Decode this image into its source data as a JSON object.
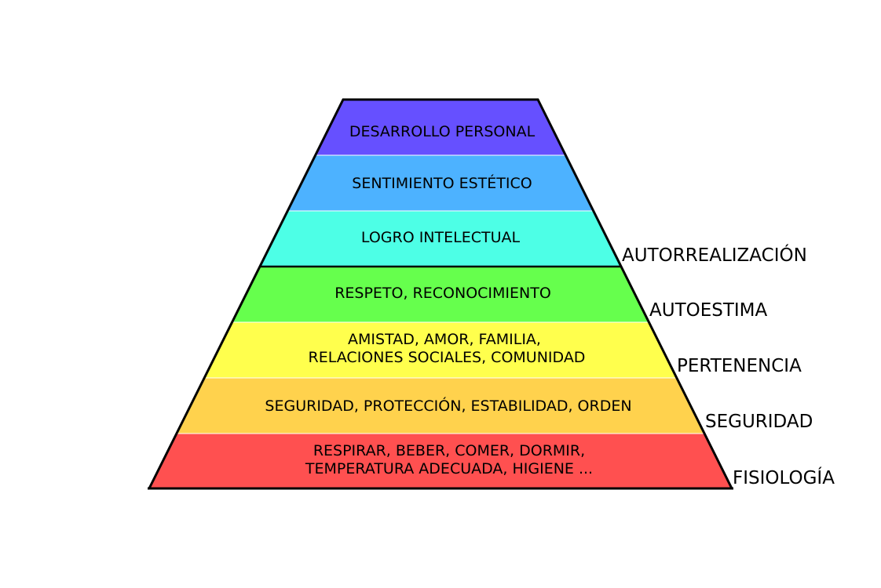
{
  "pyramid": {
    "tiers": [
      {
        "lines": [
          "DESARROLLO PERSONAL"
        ],
        "color": "#6650ff"
      },
      {
        "lines": [
          "SENTIMIENTO ESTÉTICO"
        ],
        "color": "#4db2ff"
      },
      {
        "lines": [
          "LOGRO INTELECTUAL"
        ],
        "color": "#4dffe6"
      },
      {
        "lines": [
          "RESPETO, RECONOCIMIENTO"
        ],
        "color": "#66ff4d"
      },
      {
        "lines": [
          "AMISTAD, AMOR, FAMILIA,",
          "RELACIONES SOCIALES, COMUNIDAD"
        ],
        "color": "#ffff4d"
      },
      {
        "lines": [
          "SEGURIDAD, PROTECCIÓN, ESTABILIDAD, ORDEN"
        ],
        "color": "#ffd24d"
      },
      {
        "lines": [
          "RESPIRAR, BEBER, COMER, DORMIR,",
          "TEMPERATURA ADECUADA, HIGIENE ..."
        ],
        "color": "#ff5050"
      }
    ]
  },
  "categories": {
    "autorrealizacion": "AUTORREALIZACIÓN",
    "autoestima": "AUTOESTIMA",
    "pertenencia": "PERTENENCIA",
    "seguridad": "SEGURIDAD",
    "fisiologia": "FISIOLOGÍA"
  }
}
